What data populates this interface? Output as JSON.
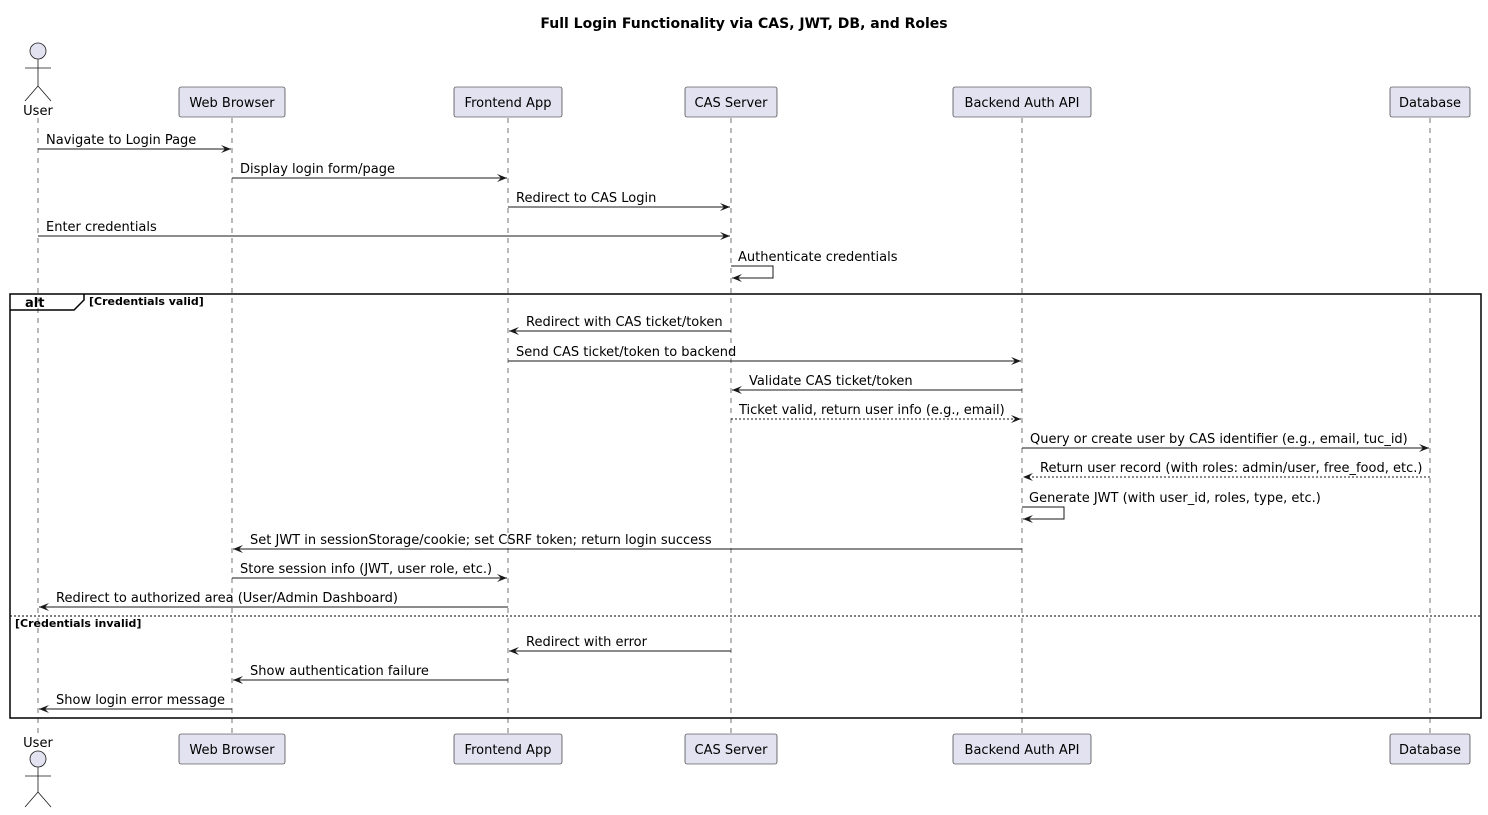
{
  "title": "Full Login Functionality via CAS, JWT, DB, and Roles",
  "colors": {
    "participant_fill": "#E2E2F0",
    "line": "#181818"
  },
  "participants": [
    {
      "id": "user",
      "label": "User",
      "kind": "actor"
    },
    {
      "id": "browser",
      "label": "Web Browser",
      "kind": "participant"
    },
    {
      "id": "frontend",
      "label": "Frontend App",
      "kind": "participant"
    },
    {
      "id": "cas",
      "label": "CAS Server",
      "kind": "participant"
    },
    {
      "id": "backend",
      "label": "Backend Auth API",
      "kind": "participant"
    },
    {
      "id": "db",
      "label": "Database",
      "kind": "participant"
    }
  ],
  "messages": [
    {
      "from": "user",
      "to": "browser",
      "label": "Navigate to Login Page",
      "style": "solid"
    },
    {
      "from": "browser",
      "to": "frontend",
      "label": "Display login form/page",
      "style": "solid"
    },
    {
      "from": "frontend",
      "to": "cas",
      "label": "Redirect to CAS Login",
      "style": "solid"
    },
    {
      "from": "user",
      "to": "cas",
      "label": "Enter credentials",
      "style": "solid"
    },
    {
      "from": "cas",
      "to": "cas",
      "label": "Authenticate credentials",
      "style": "solid"
    },
    {
      "from": "cas",
      "to": "frontend",
      "label": "Redirect with CAS ticket/token",
      "style": "solid"
    },
    {
      "from": "frontend",
      "to": "backend",
      "label": "Send CAS ticket/token to backend",
      "style": "solid"
    },
    {
      "from": "backend",
      "to": "cas",
      "label": "Validate CAS ticket/token",
      "style": "solid"
    },
    {
      "from": "cas",
      "to": "backend",
      "label": "Ticket valid, return user info (e.g., email)",
      "style": "dashed"
    },
    {
      "from": "backend",
      "to": "db",
      "label": "Query or create user by CAS identifier (e.g., email, tuc_id)",
      "style": "solid"
    },
    {
      "from": "db",
      "to": "backend",
      "label": "Return user record (with roles: admin/user, free_food, etc.)",
      "style": "dashed"
    },
    {
      "from": "backend",
      "to": "backend",
      "label": "Generate JWT (with user_id, roles, type, etc.)",
      "style": "solid"
    },
    {
      "from": "backend",
      "to": "browser",
      "label": "Set JWT in sessionStorage/cookie; set CSRF token; return login success",
      "style": "solid"
    },
    {
      "from": "browser",
      "to": "frontend",
      "label": "Store session info (JWT, user role, etc.)",
      "style": "solid"
    },
    {
      "from": "frontend",
      "to": "user",
      "label": "Redirect to authorized area (User/Admin Dashboard)",
      "style": "solid"
    },
    {
      "from": "cas",
      "to": "frontend",
      "label": "Redirect with error",
      "style": "solid"
    },
    {
      "from": "frontend",
      "to": "browser",
      "label": "Show authentication failure",
      "style": "solid"
    },
    {
      "from": "browser",
      "to": "user",
      "label": "Show login error message",
      "style": "solid"
    }
  ],
  "alt": {
    "keyword": "alt",
    "sections": [
      {
        "guard": "[Credentials valid]"
      },
      {
        "guard": "[Credentials invalid]"
      }
    ]
  }
}
